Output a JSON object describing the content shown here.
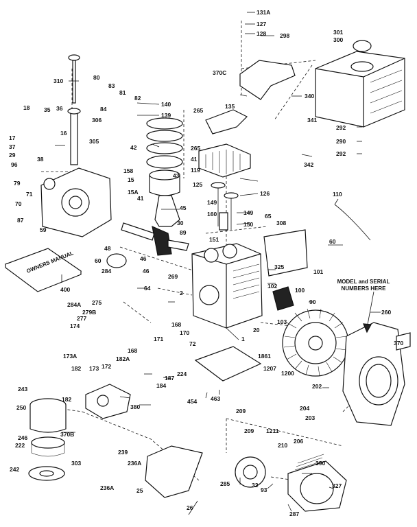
{
  "callouts": [
    {
      "text": "131A"
    },
    {
      "text": "127"
    },
    {
      "text": "128"
    },
    {
      "text": "298"
    },
    {
      "text": "301"
    },
    {
      "text": "300"
    },
    {
      "text": "310"
    },
    {
      "text": "80"
    },
    {
      "text": "83"
    },
    {
      "text": "81"
    },
    {
      "text": "82"
    },
    {
      "text": "84"
    },
    {
      "text": "140"
    },
    {
      "text": "139"
    },
    {
      "text": "370C"
    },
    {
      "text": "340"
    },
    {
      "text": "135"
    },
    {
      "text": "265"
    },
    {
      "text": "306"
    },
    {
      "text": "305"
    },
    {
      "text": "18"
    },
    {
      "text": "35"
    },
    {
      "text": "36"
    },
    {
      "text": "17"
    },
    {
      "text": "37"
    },
    {
      "text": "16"
    },
    {
      "text": "29"
    },
    {
      "text": "42"
    },
    {
      "text": "265"
    },
    {
      "text": "41"
    },
    {
      "text": "119"
    },
    {
      "text": "341"
    },
    {
      "text": "292"
    },
    {
      "text": "290"
    },
    {
      "text": "292"
    },
    {
      "text": "342"
    },
    {
      "text": "38"
    },
    {
      "text": "96"
    },
    {
      "text": "158"
    },
    {
      "text": "15"
    },
    {
      "text": "43"
    },
    {
      "text": "15A"
    },
    {
      "text": "125"
    },
    {
      "text": "126"
    },
    {
      "text": "79"
    },
    {
      "text": "71"
    },
    {
      "text": "41"
    },
    {
      "text": "70"
    },
    {
      "text": "45"
    },
    {
      "text": "149"
    },
    {
      "text": "160"
    },
    {
      "text": "149"
    },
    {
      "text": "150"
    },
    {
      "text": "110"
    },
    {
      "text": "87"
    },
    {
      "text": "59"
    },
    {
      "text": "30"
    },
    {
      "text": "89"
    },
    {
      "text": "151"
    },
    {
      "text": "65"
    },
    {
      "text": "308"
    },
    {
      "text": "48"
    },
    {
      "text": "60"
    },
    {
      "text": "46"
    },
    {
      "text": "46"
    },
    {
      "text": "60"
    },
    {
      "text": "325"
    },
    {
      "text": "101"
    },
    {
      "text": "284"
    },
    {
      "text": "269"
    },
    {
      "text": "102"
    },
    {
      "text": "100"
    },
    {
      "text": "400"
    },
    {
      "text": "64"
    },
    {
      "text": "2"
    },
    {
      "text": "284A"
    },
    {
      "text": "275"
    },
    {
      "text": "279B"
    },
    {
      "text": "277"
    },
    {
      "text": "170"
    },
    {
      "text": "168"
    },
    {
      "text": "171"
    },
    {
      "text": "20"
    },
    {
      "text": "103"
    },
    {
      "text": "90"
    },
    {
      "text": "174"
    },
    {
      "text": "1"
    },
    {
      "text": "72"
    },
    {
      "text": "260"
    },
    {
      "text": "370"
    },
    {
      "text": "173A"
    },
    {
      "text": "172"
    },
    {
      "text": "182A"
    },
    {
      "text": "168"
    },
    {
      "text": "1861"
    },
    {
      "text": "1207"
    },
    {
      "text": "1200"
    },
    {
      "text": "173"
    },
    {
      "text": "182"
    },
    {
      "text": "187"
    },
    {
      "text": "224"
    },
    {
      "text": "184"
    },
    {
      "text": "202"
    },
    {
      "text": "243"
    },
    {
      "text": "182"
    },
    {
      "text": "380"
    },
    {
      "text": "454"
    },
    {
      "text": "463"
    },
    {
      "text": "209"
    },
    {
      "text": "204"
    },
    {
      "text": "250"
    },
    {
      "text": "203"
    },
    {
      "text": "209"
    },
    {
      "text": "1211"
    },
    {
      "text": "206"
    },
    {
      "text": "370B"
    },
    {
      "text": "246"
    },
    {
      "text": "222"
    },
    {
      "text": "210"
    },
    {
      "text": "239"
    },
    {
      "text": "390"
    },
    {
      "text": "303"
    },
    {
      "text": "236A"
    },
    {
      "text": "242"
    },
    {
      "text": "285"
    },
    {
      "text": "327"
    },
    {
      "text": "236A"
    },
    {
      "text": "32"
    },
    {
      "text": "93"
    },
    {
      "text": "25"
    },
    {
      "text": "26"
    },
    {
      "text": "287"
    }
  ],
  "serial_note": {
    "line1": "MODEL and SERIAL",
    "line2": "NUMBERS HERE"
  },
  "manual_label": "OWNERS MANUAL"
}
